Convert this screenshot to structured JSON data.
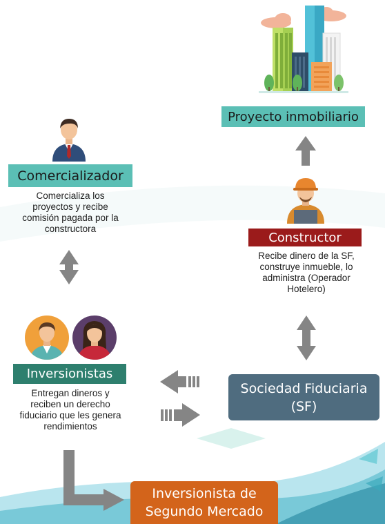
{
  "colors": {
    "teal": "#5bbfb5",
    "dark_red": "#9b1b1b",
    "slate": "#4f6c7f",
    "orange": "#d3641b",
    "dark_green": "#2e7f6e",
    "arrow_gray": "#858585"
  },
  "nodes": {
    "proyecto": {
      "label": "Proyecto inmobiliario",
      "icon": "city-buildings-icon"
    },
    "comercializador": {
      "label": "Comercializador",
      "icon": "businessman-icon",
      "description": [
        "Comercializa los",
        "proyectos y recibe",
        "comisión pagada por la",
        "constructora"
      ]
    },
    "constructor": {
      "label": "Constructor",
      "icon": "worker-hardhat-icon",
      "description": [
        "Recibe dinero de la SF,",
        "construye inmueble, lo",
        "administra (Operador",
        "Hotelero)"
      ]
    },
    "inversionistas": {
      "label": "Inversionistas",
      "icons": [
        "investor-man-icon",
        "investor-woman-icon"
      ],
      "description": [
        "Entregan dineros y",
        "reciben un derecho",
        "fiduciario que les genera",
        "rendimientos"
      ]
    },
    "sociedad": {
      "label_lines": [
        "Sociedad Fiduciaria",
        "(SF)"
      ]
    },
    "segundo_mercado": {
      "label_lines": [
        "Inversionista de",
        "Segundo Mercado"
      ]
    }
  }
}
